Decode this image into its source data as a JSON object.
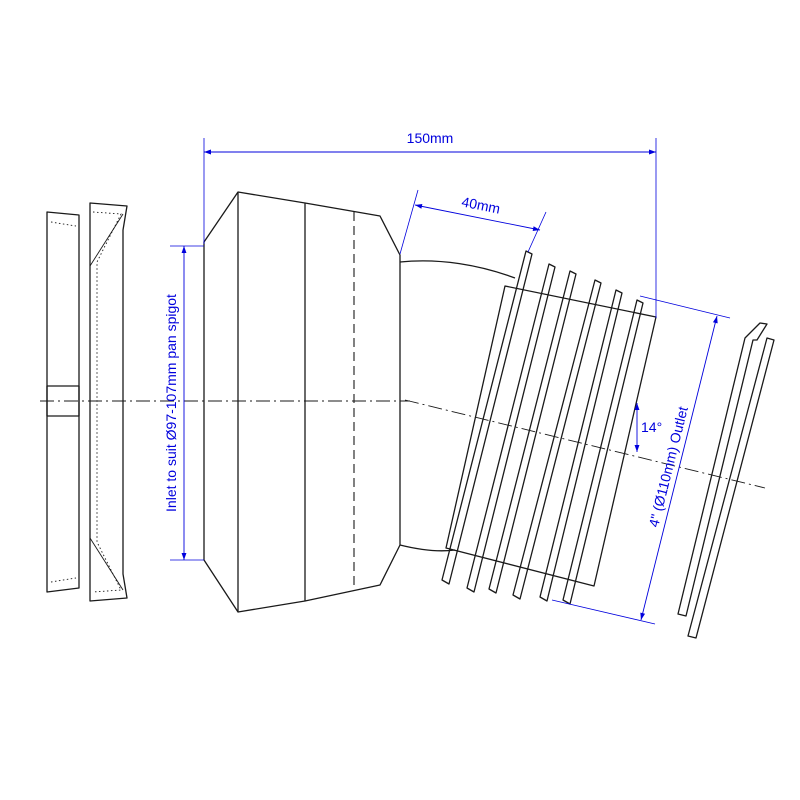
{
  "colors": {
    "dimension": "#0000dd",
    "outline": "#1a1a1a",
    "background": "#ffffff"
  },
  "dimensions": {
    "overall_length": "150mm",
    "fin_length": "40mm",
    "inlet": "Inlet to suit Ø97-107mm pan spigot",
    "angle": "14°",
    "outlet": "4\" (Ø110mm) Outlet"
  }
}
